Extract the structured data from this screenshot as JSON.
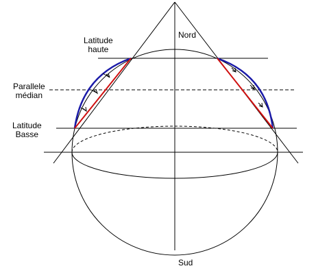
{
  "labels": {
    "north": "Nord",
    "south": "Sud",
    "high_latitude": [
      "Latitude",
      "haute"
    ],
    "median_parallel": [
      "Parallele",
      "médian"
    ],
    "low_latitude": [
      "Latitude",
      "Basse"
    ]
  },
  "colors": {
    "lines": "#000000",
    "arc": "#1a1aa8",
    "secant": "#d01010",
    "background": "#ffffff"
  }
}
